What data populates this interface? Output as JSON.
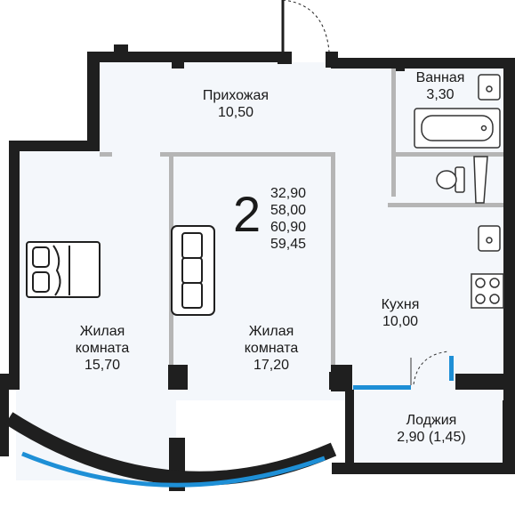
{
  "rooms": {
    "hallway": {
      "name": "Прихожая",
      "area": "10,50"
    },
    "bathroom": {
      "name": "Ванная",
      "area": "3,30"
    },
    "living1": {
      "name_line1": "Жилая",
      "name_line2": "комната",
      "area": "15,70"
    },
    "living2": {
      "name_line1": "Жилая",
      "name_line2": "комната",
      "area": "17,20"
    },
    "kitchen": {
      "name": "Кухня",
      "area": "10,00"
    },
    "loggia": {
      "name": "Лоджия",
      "area": "2,90 (1,45)"
    }
  },
  "summary": {
    "room_count": "2",
    "areas": [
      "32,90",
      "58,00",
      "60,90",
      "59,45"
    ]
  },
  "colors": {
    "wall": "#1f1f1f",
    "partition": "#b5b5b5",
    "floor": "#f4f7fb",
    "glazing": "#1e8fd6",
    "fixture": "#555555"
  },
  "icons": [
    "double-bed-icon",
    "sofa-icon",
    "bathtub-icon",
    "toilet-icon",
    "washbasin-icon",
    "stove-icon",
    "door-swing-icon"
  ]
}
